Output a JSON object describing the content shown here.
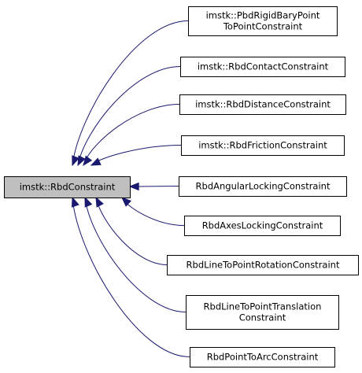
{
  "diagram": {
    "base_class": {
      "lines": [
        "imstk::RbdConstraint"
      ]
    },
    "derived_classes": [
      {
        "lines": [
          "imstk::PbdRigidBaryPoint",
          "ToPointConstraint"
        ]
      },
      {
        "lines": [
          "imstk::RbdContactConstraint"
        ]
      },
      {
        "lines": [
          "imstk::RbdDistanceConstraint"
        ]
      },
      {
        "lines": [
          "imstk::RbdFrictionConstraint"
        ]
      },
      {
        "lines": [
          "RbdAngularLockingConstraint"
        ]
      },
      {
        "lines": [
          "RbdAxesLockingConstraint"
        ]
      },
      {
        "lines": [
          "RbdLineToPointRotationConstraint"
        ]
      },
      {
        "lines": [
          "RbdLineToPointTranslation",
          "Constraint"
        ]
      },
      {
        "lines": [
          "RbdPointToArcConstraint"
        ]
      }
    ],
    "colors": {
      "base_fill": "#bfbfbf",
      "node_fill": "#ffffff",
      "node_border": "#000000",
      "edge": "#191970"
    }
  }
}
